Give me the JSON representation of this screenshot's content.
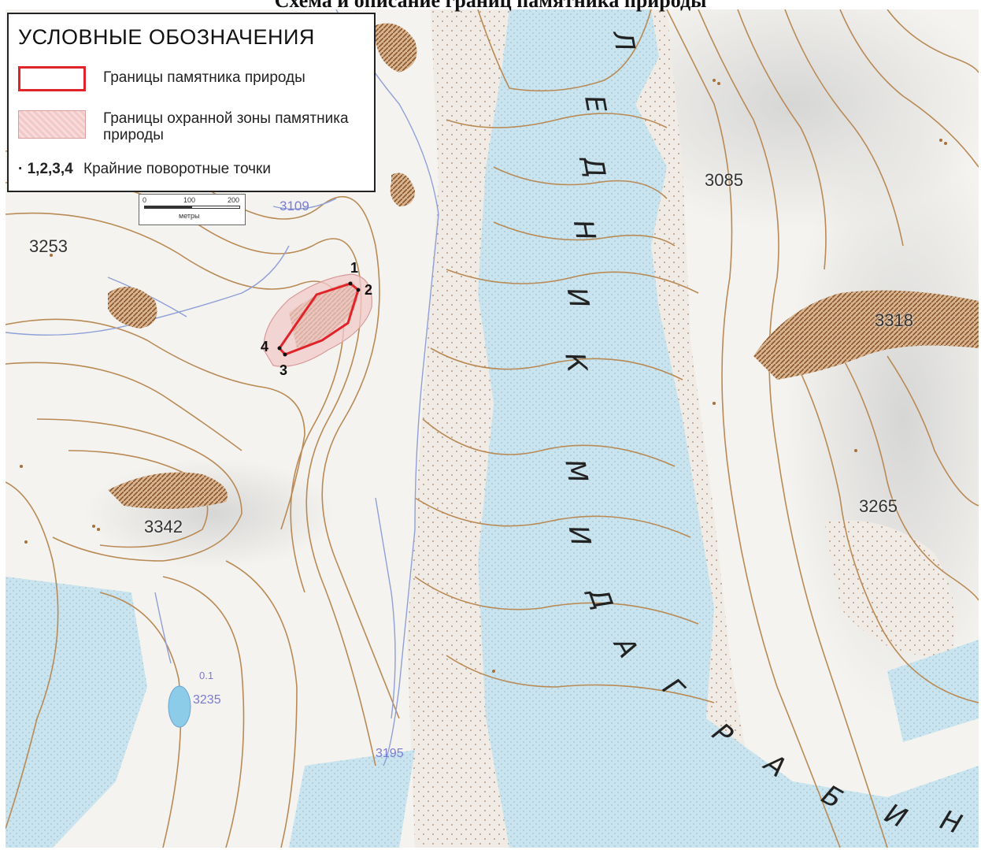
{
  "page": {
    "title": "Схема и описание границ памятника природы"
  },
  "legend": {
    "title": "УСЛОВНЫЕ ОБОЗНАЧЕНИЯ",
    "items": [
      {
        "label": "Границы памятника природы",
        "color": "#e0242a"
      },
      {
        "label": "Границы охранной зоны памятника природы",
        "color": "#f2c9c9"
      },
      {
        "symbol": "· 1,2,3,4",
        "label": "Крайние поворотные точки"
      }
    ]
  },
  "scale": {
    "ticks": [
      "0",
      "100",
      "200"
    ],
    "unit": "метры"
  },
  "elevations": [
    "3253",
    "3109",
    "3085",
    "3318",
    "3342",
    "3265",
    "3235",
    "3195"
  ],
  "lake_depth": "0.1",
  "turning_points": [
    "1",
    "2",
    "3",
    "4"
  ],
  "glacier_letters": [
    "Л",
    "Е",
    "Д",
    "Н",
    "И",
    "К",
    "М",
    "И",
    "Д",
    "А",
    "Г",
    "Р",
    "А",
    "Б",
    "И",
    "Н"
  ],
  "colors": {
    "contour": "#b98a55",
    "glacier": "#c9e4ee",
    "moraine": "#f2ece6",
    "rock": "#a8703a",
    "stream": "#8f9fd8",
    "border": "#e0242a",
    "zone": "#f2c9c9"
  }
}
